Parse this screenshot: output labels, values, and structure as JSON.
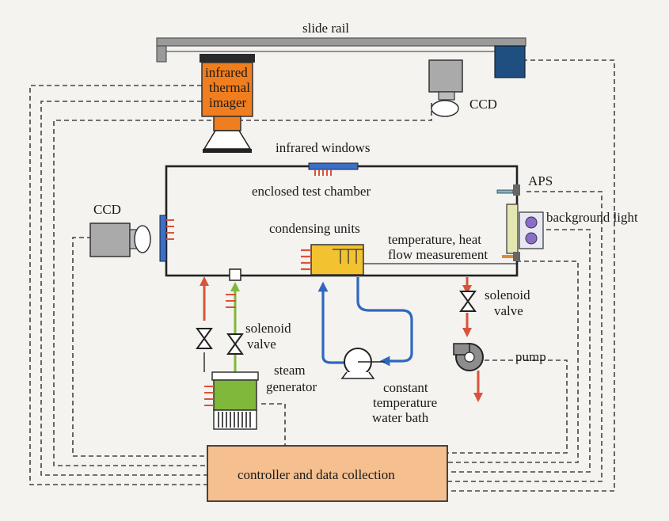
{
  "labels": {
    "slide_rail": "slide rail",
    "infrared_thermal_imager": [
      "infrared",
      "thermal",
      "imager"
    ],
    "ccd_top": "CCD",
    "infrared_windows": "infrared windows",
    "enclosed_test_chamber": "enclosed test chamber",
    "aps": "APS",
    "background_light": "background light",
    "ccd_left": "CCD",
    "condensing_units": "condensing units",
    "temperature_heat_flow": [
      "temperature, heat",
      "flow measurement"
    ],
    "solenoid_valve_left": [
      "solenoid",
      "valve"
    ],
    "solenoid_valve_right": [
      "solenoid",
      "valve"
    ],
    "pump": "pump",
    "steam_generator": [
      "steam",
      "generator"
    ],
    "water_bath": [
      "constant",
      "temperature",
      "water bath"
    ],
    "controller": "controller and data collection"
  },
  "colors": {
    "imager_orange": "#f07d1e",
    "condenser_yellow": "#f2c230",
    "steam_green": "#7fb83a",
    "water_blue": "#2f67c0",
    "arrow_red": "#d9533a",
    "controller_fill": "#f6bf8f",
    "window_blue": "#3c6fc6",
    "light_purple": "#8a6fc8",
    "rail_gray": "#9a9a9a",
    "box_navy": "#1e4f80"
  }
}
